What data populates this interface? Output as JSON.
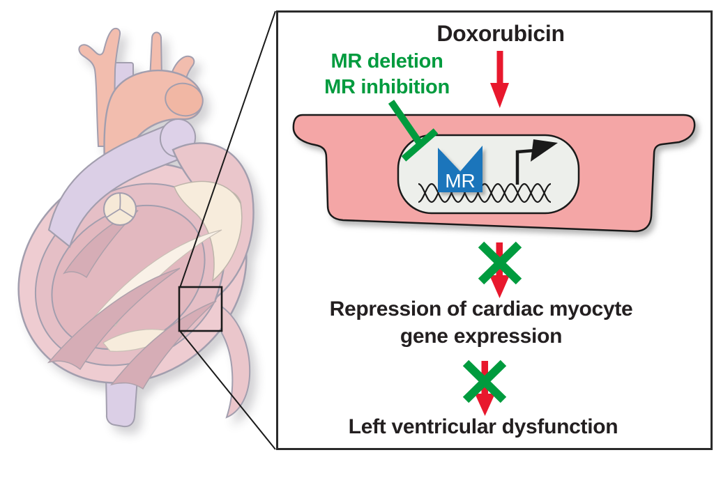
{
  "panel": {
    "drug_label": "Doxorubicin",
    "intervention": {
      "line1": "MR deletion",
      "line2": "MR inhibition"
    },
    "receptor_label": "MR",
    "outcome1": {
      "line1": "Repression of cardiac myocyte",
      "line2": "gene expression"
    },
    "outcome2": "Left ventricular dysfunction"
  },
  "colors": {
    "inhibit_green": "#009B3E",
    "arrow_red": "#E8182D",
    "receptor_blue": "#1B75BB",
    "cell_pink": "#F4A6A6",
    "nucleus_gray": "#EDEFEB",
    "outline_black": "#1A1A1A",
    "text_black": "#231F20",
    "heart_wall_pink": "#EDC9CE",
    "heart_inner_pink": "#E0B3BB",
    "vessel_salmon": "#F2B9A8",
    "vessel_lavender": "#D9CCE5",
    "valve_cream": "#F7EBDA"
  },
  "icons": {
    "down_arrow": "solid red downward arrow",
    "blocked_cross": "green X crossing out red arrow",
    "inhibition_bar": "green diagonal T-bar inhibition symbol",
    "transcription_arrow": "black bent transcription-start arrow",
    "dna_helix": "black double-helix strand",
    "zoom_region": "black square on heart linked to magnified panel"
  }
}
